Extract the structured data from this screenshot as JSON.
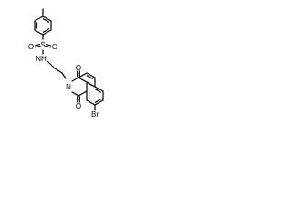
{
  "molecule": {
    "atoms": {
      "sulfur": "S",
      "sulfonyl_oxygen_left": "O",
      "sulfonyl_oxygen_right": "O",
      "sulfonamide_nitrogen": "NH",
      "imide_nitrogen": "N",
      "carbonyl_oxygen_top": "O",
      "carbonyl_oxygen_bottom": "O",
      "bromine": "Br"
    }
  },
  "colors": {
    "background": "#ffffff",
    "bond": "#000000",
    "label": "#000000"
  }
}
